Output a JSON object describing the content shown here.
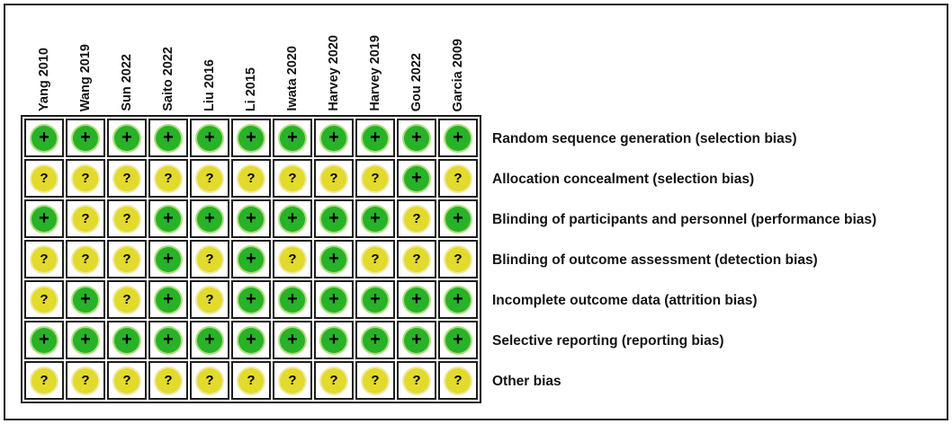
{
  "chart_data": {
    "type": "heatmap",
    "title": "",
    "columns": [
      "Yang 2010",
      "Wang 2019",
      "Sun 2022",
      "Saito 2022",
      "Liu 2016",
      "Li 2015",
      "Iwata 2020",
      "Harvey 2020",
      "Harvey 2019",
      "Gou 2022",
      "Garcia 2009"
    ],
    "rows": [
      "Random sequence generation (selection bias)",
      "Allocation concealment (selection bias)",
      "Blinding of participants and personnel (performance bias)",
      "Blinding of outcome assessment (detection bias)",
      "Incomplete outcome data (attrition bias)",
      "Selective reporting (reporting bias)",
      "Other bias"
    ],
    "matrix": [
      [
        "+",
        "+",
        "+",
        "+",
        "+",
        "+",
        "+",
        "+",
        "+",
        "+",
        "+"
      ],
      [
        "?",
        "?",
        "?",
        "?",
        "?",
        "?",
        "?",
        "?",
        "?",
        "+",
        "?"
      ],
      [
        "+",
        "?",
        "?",
        "+",
        "+",
        "+",
        "+",
        "+",
        "+",
        "?",
        "+"
      ],
      [
        "?",
        "?",
        "?",
        "+",
        "?",
        "+",
        "?",
        "+",
        "?",
        "?",
        "?"
      ],
      [
        "?",
        "+",
        "?",
        "+",
        "?",
        "+",
        "+",
        "+",
        "+",
        "+",
        "+"
      ],
      [
        "+",
        "+",
        "+",
        "+",
        "+",
        "+",
        "+",
        "+",
        "+",
        "+",
        "+"
      ],
      [
        "?",
        "?",
        "?",
        "?",
        "?",
        "?",
        "?",
        "?",
        "?",
        "?",
        "?"
      ]
    ],
    "symbols": {
      "+": {
        "glyph": "+",
        "color": "#28b228",
        "halo": "#aede7c",
        "name": "low-risk-icon"
      },
      "?": {
        "glyph": "?",
        "color": "#e2da2c",
        "halo": "#efe9a2",
        "name": "unclear-risk-icon"
      }
    },
    "layout": {
      "grid": true,
      "legend_position": "none",
      "border_color": "#1d1d1d"
    }
  }
}
